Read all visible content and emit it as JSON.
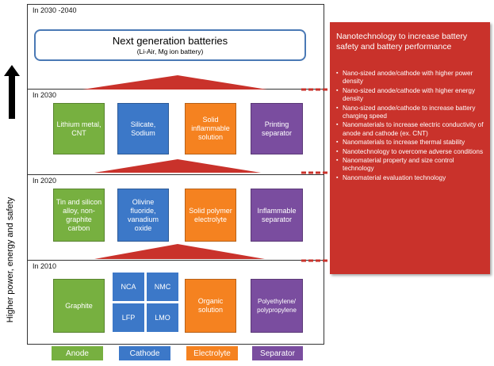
{
  "left_axis_label": "Higher power, energy and safety",
  "periods": [
    {
      "label": "In 2030 -2040"
    },
    {
      "label": "In 2030"
    },
    {
      "label": "In 2020"
    },
    {
      "label": "In 2010"
    }
  ],
  "next_gen": {
    "title": "Next generation batteries",
    "subtitle": "(Li-Air, Mg ion battery)"
  },
  "row_2030": {
    "anode": "Lithium metal, CNT",
    "cathode": "Silicate, Sodium",
    "electrolyte": "Solid inflammable solution",
    "separator": "Printing separator"
  },
  "row_2020": {
    "anode": "Tin and silicon alloy, non-graphite carbon",
    "cathode": "Olivine fluoride, vanadium oxide",
    "electrolyte": "Solid polymer electrolyte",
    "separator": "Inflammable separator"
  },
  "row_2010": {
    "anode": "Graphite",
    "cathode_cells": [
      "NCA",
      "NMC",
      "LFP",
      "LMO"
    ],
    "electrolyte": "Organic solution",
    "separator": "Polyethylene/ polypropylene"
  },
  "columns": [
    "Anode",
    "Cathode",
    "Electrolyte",
    "Separator"
  ],
  "panel": {
    "title": "Nanotechnology  to increase battery safety and  battery performance",
    "items": [
      "Nano-sized anode/cathode with higher power density",
      "Nano-sized anode/cathode with higher energy density",
      "Nano-sized anode/cathode to increase battery charging speed",
      "Nanomaterials to increase electric conductivity of anode and cathode (ex. CNT)",
      "Nanomaterials to increase thermal stability",
      "Nanotechnology to overcome  adverse conditions",
      "Nanomaterial property and size control technology",
      "Nanomaterial evaluation technology"
    ]
  },
  "colors": {
    "anode": "#77b040",
    "cathode": "#3c78c8",
    "electrolyte": "#f58220",
    "separator": "#7a4d9f",
    "panel": "#c9322b",
    "arrow": "#c9322b"
  }
}
